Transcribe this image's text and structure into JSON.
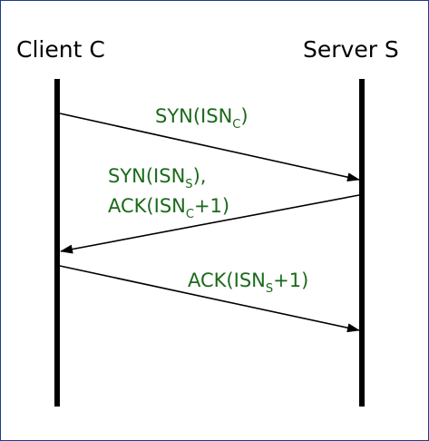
{
  "participants": {
    "client": {
      "label": "Client C"
    },
    "server": {
      "label": "Server S"
    }
  },
  "messages": [
    {
      "from": "client",
      "to": "server",
      "lines": [
        {
          "parts": [
            {
              "text": "SYN(ISN"
            },
            {
              "text": "C",
              "sub": true
            },
            {
              "text": ")"
            }
          ]
        }
      ]
    },
    {
      "from": "server",
      "to": "client",
      "lines": [
        {
          "parts": [
            {
              "text": "SYN(ISN"
            },
            {
              "text": "S",
              "sub": true
            },
            {
              "text": "),"
            }
          ]
        },
        {
          "parts": [
            {
              "text": "ACK(ISN"
            },
            {
              "text": "C",
              "sub": true
            },
            {
              "text": "+1)"
            }
          ]
        }
      ]
    },
    {
      "from": "client",
      "to": "server",
      "lines": [
        {
          "parts": [
            {
              "text": "ACK(ISN"
            },
            {
              "text": "S",
              "sub": true
            },
            {
              "text": "+1)"
            }
          ]
        }
      ]
    }
  ],
  "colors": {
    "lifeline": "#000000",
    "arrow": "#000000",
    "message_text": "#1a6a1a",
    "frame_border": "#1f3a8a"
  }
}
